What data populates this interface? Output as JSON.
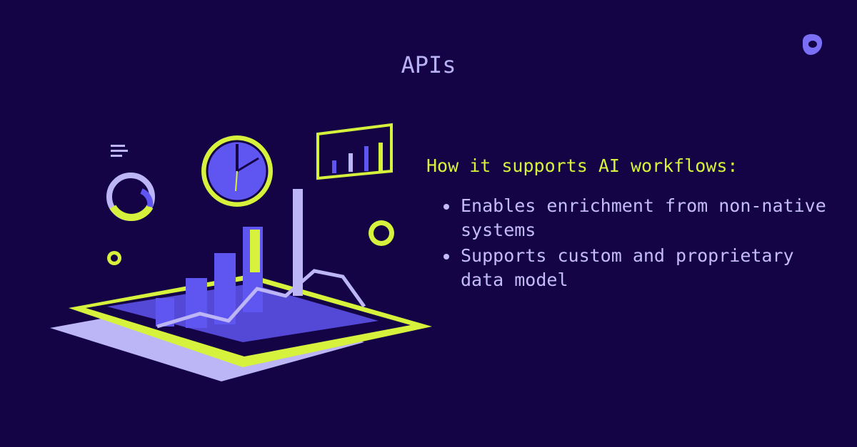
{
  "slide": {
    "title": "APIs",
    "heading": "How it supports AI workflows:",
    "bullets": [
      "Enables enrichment from non-native systems",
      "Supports custom and proprietary data model"
    ]
  },
  "colors": {
    "background": "#140345",
    "accent_lime": "#d6f23c",
    "accent_lavender": "#c3bcf8",
    "accent_indigo": "#5f55f0"
  },
  "icons": {
    "logo": "outreach-logo-icon",
    "illustration": "tablet-dashboard-analytics-illustration"
  }
}
